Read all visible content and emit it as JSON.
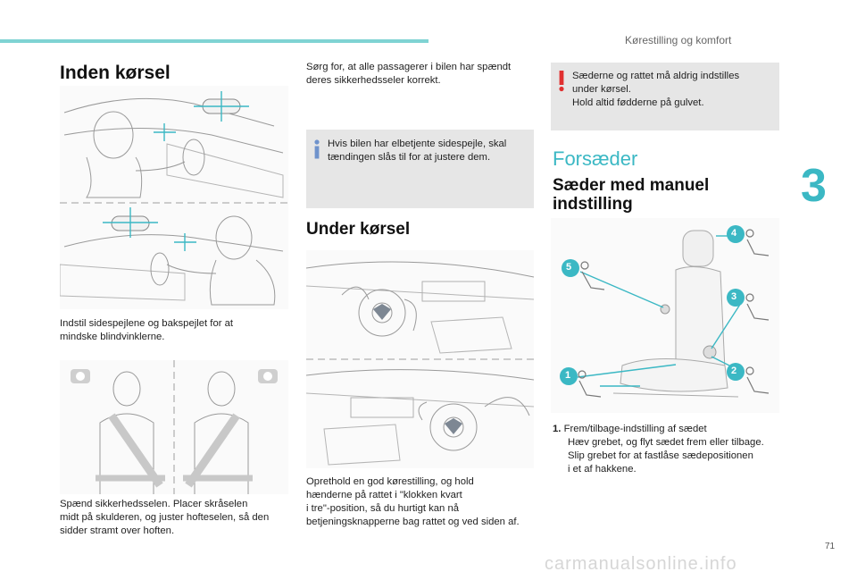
{
  "header": {
    "section": "Kørestilling og komfort",
    "chapter": "3",
    "page_number": "71"
  },
  "left": {
    "title": "Inden kørsel",
    "caption_mirrors": [
      "Indstil sidespejlene og bakspejlet for at",
      "mindske blindvinklerne."
    ],
    "caption_belt": [
      "Spænd sikkerhedsselen. Placer skråselen",
      "midt på skulderen, og juster hofteselen, så den",
      "sidder stramt over hoften."
    ]
  },
  "middle": {
    "intro": [
      "Sørg for, at alle passagerer i bilen har spændt",
      "deres sikkerhedsseler korrekt."
    ],
    "info_note": [
      "Hvis bilen har elbetjente sidespejle, skal",
      "tændingen slås til for at justere dem."
    ],
    "heading": "Under kørsel",
    "caption": [
      "Oprethold en god kørestilling, og hold",
      "hænderne på rattet i \"klokken kvart",
      "i tre\"-position, så du hurtigt kan nå",
      "betjeningsknapperne bag rattet og ved siden af."
    ]
  },
  "right": {
    "warning_note": [
      "Sæderne og rattet må aldrig indstilles",
      "under kørsel.",
      "Hold altid fødderne på gulvet."
    ],
    "section_title": "Forsæder",
    "subsection_title": [
      "Sæder med manuel",
      "indstilling"
    ],
    "callouts": [
      "1",
      "2",
      "3",
      "4",
      "5"
    ],
    "list_item_num": "1.",
    "list_item_title": "Frem/tilbage-indstilling af sædet",
    "bullet_symbol": "",
    "bullets": [
      [
        "Hæv grebet, og flyt sædet frem eller tilbage."
      ],
      [
        "Slip grebet for at fastlåse sædepositionen",
        "i et af hakkene."
      ]
    ]
  },
  "watermark": "carmanualsonline.info",
  "colors": {
    "accent": "#3bb8c4",
    "note_bg": "#e6e6e6",
    "info_icon": "#6f93cc",
    "warning_icon": "#e03030"
  }
}
